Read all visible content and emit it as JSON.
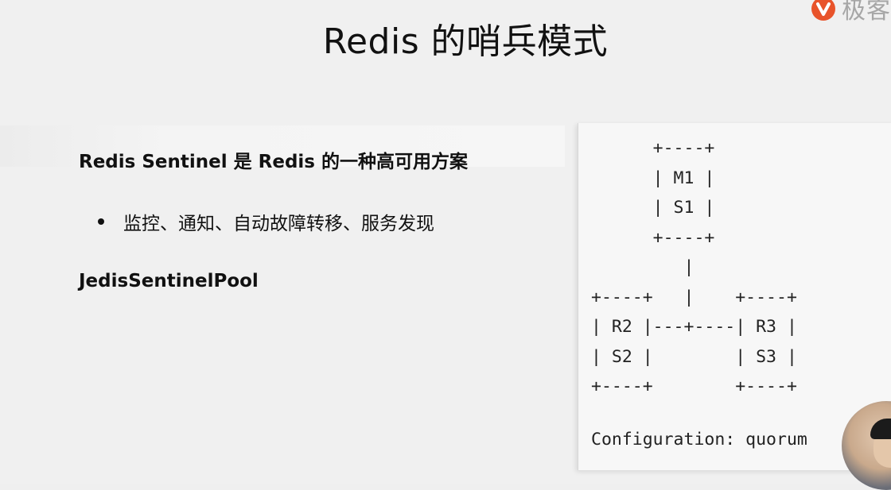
{
  "slide": {
    "title": "Redis 的哨兵模式",
    "heading": "Redis Sentinel 是 Redis 的一种高可用方案",
    "bullets": [
      "监控、通知、自动故障转移、服务发现"
    ],
    "subheading": "JedisSentinelPool"
  },
  "diagram": {
    "ascii": "      +----+\n      | M1 |\n      | S1 |\n      +----+\n         |\n+----+   |    +----+\n| R2 |---+----| R3 |\n| S2 |        | S3 |\n+----+        +----+",
    "config": "Configuration: quorum"
  },
  "logo": {
    "text": "极客",
    "icon": "geekbang-logo-icon",
    "accent_color": "#e8532a"
  }
}
